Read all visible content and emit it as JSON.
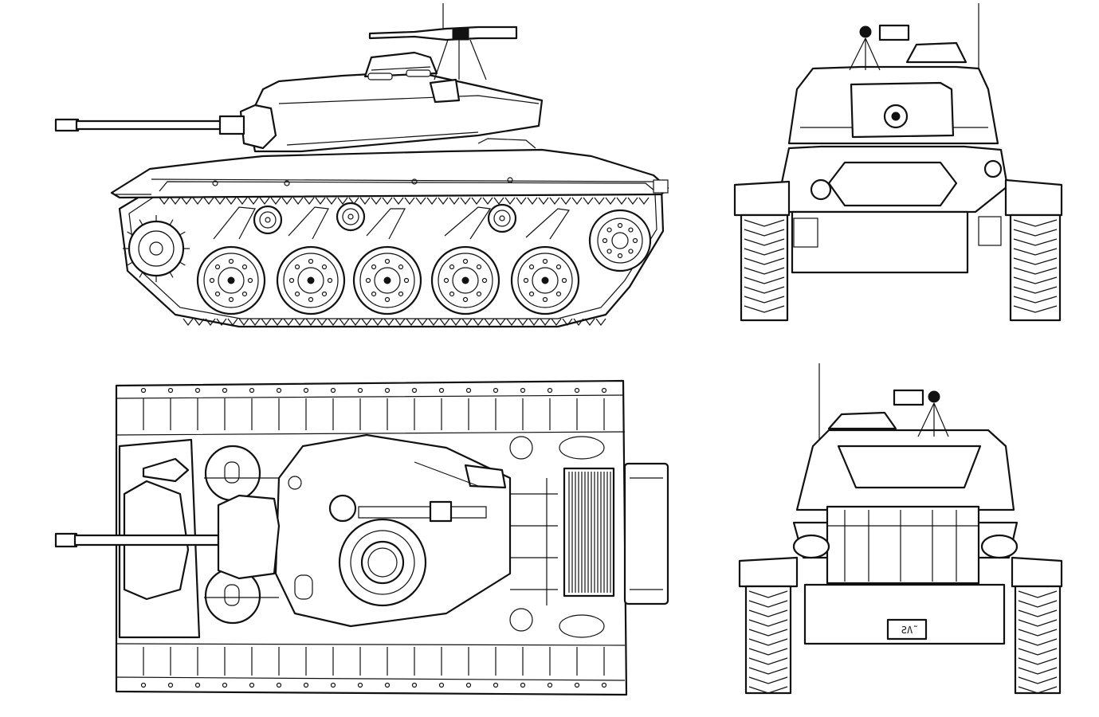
{
  "views": {
    "side": {
      "name": "side-view"
    },
    "front": {
      "name": "front-view"
    },
    "top": {
      "name": "top-view"
    },
    "rear": {
      "name": "rear-view"
    }
  },
  "markings": {
    "rear_plate": "ƧɅ̃"
  },
  "colors": {
    "ink": "#111111",
    "paper": "#ffffff"
  }
}
